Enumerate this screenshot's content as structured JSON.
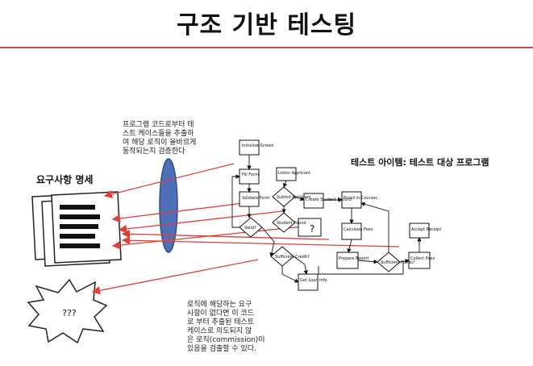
{
  "slide": {
    "title": "구조 기반 테스팅",
    "lens_note": [
      "프로그램 코드로부터 테",
      "스트 케이스들을 추출하",
      "여 해당 로직이 올바르게",
      "동작되는지 검증한다"
    ],
    "requirements_label": "요구사항 명세",
    "test_item_label": "테스트 아이템: 테스트 대상 프로그램",
    "unknown_marker": "???",
    "question_box": "?",
    "bottom_note": [
      "로직에 해당하는 요구",
      "사항이 없다면 이 코드",
      "로 부터 추출된 테스트",
      "케이스로  의도되지 않",
      "은 로직(commission)이",
      "있음을 검출할 수 있다."
    ]
  },
  "flowchart": {
    "boxes": [
      "Initialize Screen",
      "Fill Form",
      "Validate Form",
      "Listen Applicant",
      "Create Student Record",
      "Enroll in Courses",
      "Calculate Fees",
      "Prepare Report",
      "Accept Receipt",
      "Collect Fees",
      "Get Loan Info"
    ],
    "decisions": [
      "Valid?",
      "Submit Applicant",
      "Student Found",
      "Sufficient Credit?",
      "Sufficient Funds?"
    ]
  }
}
